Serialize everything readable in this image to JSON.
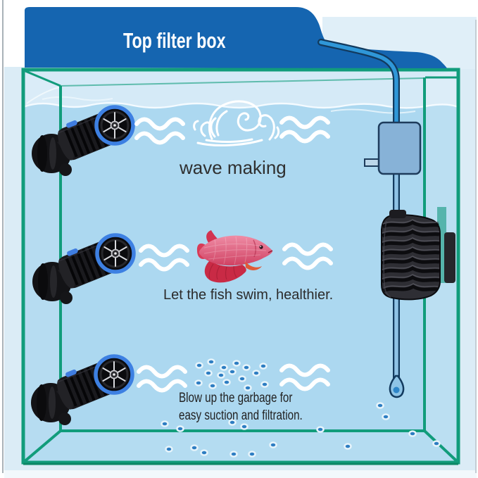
{
  "labels": {
    "top_filter_box": "Top filter box",
    "wave_making": "wave making",
    "fish_caption": "Let the fish swim, healthier.",
    "garbage_line1": "Blow up the garbage for",
    "garbage_line2": "easy suction and filtration."
  },
  "icons": [
    "filter-box",
    "aquarium-tank",
    "wavemaker-pump-icon",
    "swirl-wave-icon",
    "wave-squiggle-icon",
    "fish-icon",
    "power-cable",
    "controller-box",
    "cable-end-plug",
    "right-pump",
    "magnet-mount",
    "garbage-dots"
  ],
  "colors": {
    "filter_box_blue": "#1565b0",
    "tank_frame_teal": "#119c7b",
    "water_blue": "#acd8f0",
    "above_water_blue": "#d5eaf7",
    "outside_blue": "#dbecf6",
    "wave_white": "#ffffff",
    "cable_blue": "#2f97d8",
    "pump_ring_blue": "#3d80e2",
    "controller_blue": "#87b2d7",
    "fish_red": "#d04263",
    "garbage_dot_blue": "#2d7dc2",
    "text_dark": "#2f2f2f",
    "title_white": "#ffffff"
  }
}
